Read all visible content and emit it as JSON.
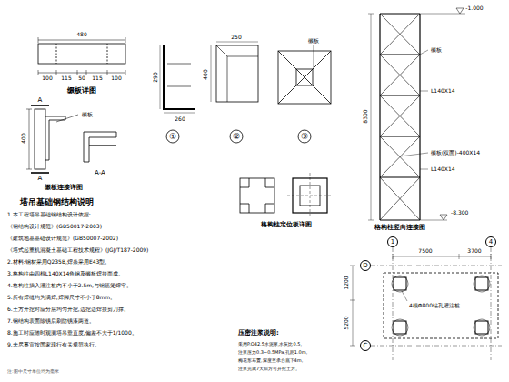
{
  "diagram": {
    "nodes": [
      {
        "text": [
          "1"
        ]
      },
      {
        "text": [
          "4"
        ]
      },
      {
        "text": [
          "D"
        ]
      },
      {
        "text": [
          "C"
        ]
      }
    ],
    "labels": [
      "480",
      "100",
      "115",
      "50",
      "115",
      "100",
      "缀板详图",
      "400",
      "A",
      "A",
      "缀板",
      "A-A",
      "缀板连接详图",
      "290",
      "260",
      "250",
      "400",
      "缀板",
      "①",
      "②",
      "③",
      "格构柱定位板详图",
      "-1.000",
      "缀板",
      "L140X14",
      "缀板(双面)-400X14",
      "L140X14",
      "-8.300",
      "8300",
      "格构柱竖向连接图",
      "塔吊基础钢结构说明",
      "1.本工程塔吊基础钢结构设计依据:",
      "《钢结构设计规范》(GB50017-2003)",
      "《建筑地基基础设计规范》(GB50007-2002)",
      "《塔式起重机混凝土基础工程技术规程》(JGJ/T187-2009)",
      "2.材料:钢材采用Q235B,焊条采用E43型。",
      "3.格构柱由四根L140X14角钢及缀板焊接而成。",
      "4.格构柱插入灌注桩内不小于2.5m,与钢筋笼焊牢。",
      "5.所有焊缝均为满焊,焊脚尺寸不小于8mm。",
      "6.土方开挖时应分层均匀开挖,边挖边焊接剪刀撑。",
      "7.钢结构表面除锈后刷防锈漆两道。",
      "8.施工时应随时观测塔吊垂直度,偏差不大于1/1000。",
      "9.未尽事宜按国家现行有关规范执行。",
      "压密注浆说明:",
      "采用P.O42.5水泥浆,水灰比0.5,",
      "注浆压力0.3~0.5MPa,孔距1.0m,",
      "梅花形布置,深度至承台底下4m,",
      "注浆完成7天后方可开挖土方。",
      "7500",
      "3700",
      "1200",
      "5200",
      "4根Φ800钻孔灌注桩",
      "注:图中尺寸单位均为毫米"
    ]
  }
}
